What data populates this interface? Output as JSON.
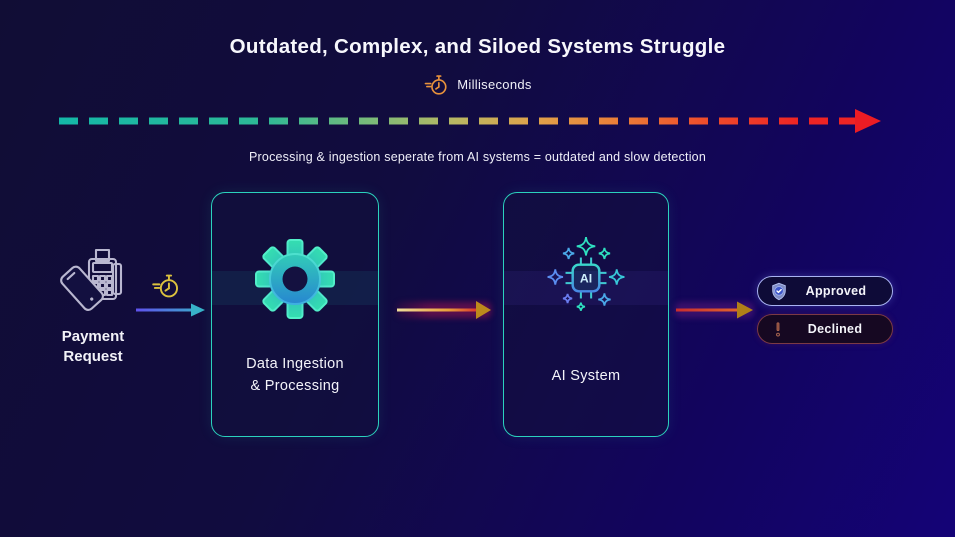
{
  "header": {
    "title": "Outdated, Complex, and Siloed Systems Struggle",
    "timeline_label": "Milliseconds",
    "timeline_icon": "stopwatch-icon"
  },
  "subtitle": "Processing & ingestion seperate from AI systems = outdated and slow detection",
  "flow": {
    "payment": {
      "icon": "contactless-payment-icon",
      "label_line1": "Payment",
      "label_line2": "Request",
      "latency_icon": "stopwatch-icon"
    },
    "data_box": {
      "icon": "gear-icon",
      "label_line1": "Data Ingestion",
      "label_line2": "& Processing"
    },
    "ai_box": {
      "icon": "ai-chip-sparkles-icon",
      "chip_text": "AI",
      "label": "AI System"
    },
    "outcomes": [
      {
        "icon": "shield-check-icon",
        "label": "Approved"
      },
      {
        "icon": "exclamation-icon",
        "label": "Declined"
      }
    ]
  },
  "colors": {
    "background_top_left": "#110d35",
    "background_bottom_right": "#140377",
    "box_border_teal": "#2bd2bd",
    "timeline_gradient": [
      "#14b8a8",
      "#7abb79",
      "#b8b863",
      "#e0a24a",
      "#ee4f2c",
      "#ee1c24"
    ],
    "gear_gradient": [
      "#35e0b0",
      "#2472d8"
    ],
    "arrow_payment_gradient": [
      "#6050ee",
      "#38b2c8"
    ],
    "arrow_hot_gradient": [
      "#f0e0a0",
      "#e8a03a",
      "#d8262c"
    ],
    "approved_border": "#a9b3f2",
    "declined_border": "#7c3a44",
    "stopwatch_orange": "#e8923c",
    "stopwatch_yellow": "#dcc23e"
  }
}
